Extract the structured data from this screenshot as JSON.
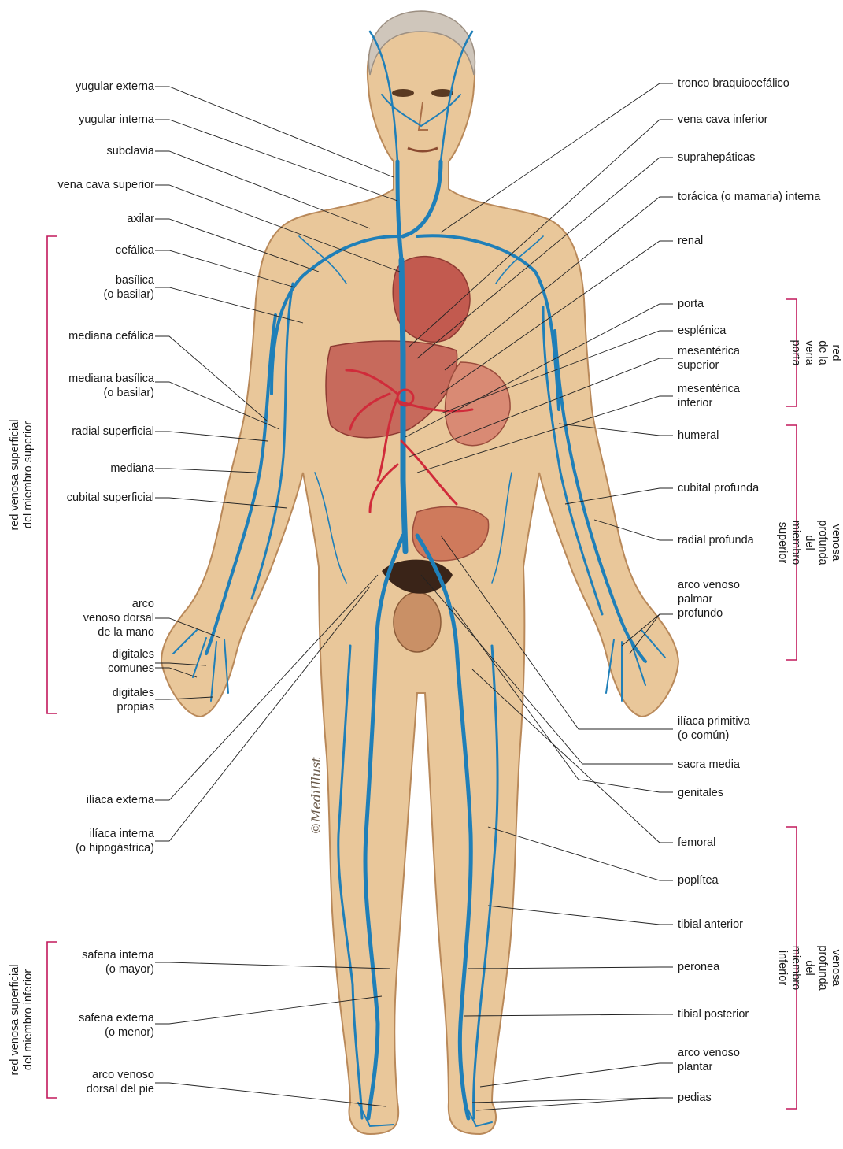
{
  "colors": {
    "skin": "#e9c79a",
    "skin_shadow": "#c9955e",
    "vein": "#1f7fb8",
    "artery": "#d02b3a",
    "organ": "#c4605a",
    "bracket": "#c2185b",
    "leader": "#222222"
  },
  "labels_left": [
    "yugular externa",
    "yugular interna",
    "subclavia",
    "vena cava superior",
    "axilar",
    "cefálica",
    "basílica\n(o basilar)",
    "mediana cefálica",
    "mediana basílica\n(o basilar)",
    "radial superficial",
    "mediana",
    "cubital superficial",
    "arco\nvenoso dorsal\nde la mano",
    "digitales\ncomunes",
    "digitales\npropias",
    "ilíaca externa",
    "ilíaca interna\n(o hipogástrica)",
    "safena interna\n(o mayor)",
    "safena externa\n(o menor)",
    "arco venoso\ndorsal del pie"
  ],
  "labels_right": [
    "tronco braquiocefálico",
    "vena cava inferior",
    "suprahepáticas",
    "torácica (o mamaria) interna",
    "renal",
    "porta",
    "esplénica",
    "mesentérica\nsuperior",
    "mesentérica\ninferior",
    "humeral",
    "cubital profunda",
    "radial profunda",
    "arco venoso\npalmar\nprofundo",
    "ilíaca primitiva\n(o común)",
    "sacra media",
    "genitales",
    "femoral",
    "poplítea",
    "tibial anterior",
    "peronea",
    "tibial posterior",
    "arco venoso\nplantar",
    "pedias"
  ],
  "groups": [
    "red venosa superficial\ndel miembro superior",
    "red venosa superficial\ndel miembro inferior",
    "red\nde la vena porta",
    "red venosa profunda\ndel miembro superior",
    "red venosa profunda\ndel miembro inferior"
  ],
  "watermark": "©MediIllust"
}
